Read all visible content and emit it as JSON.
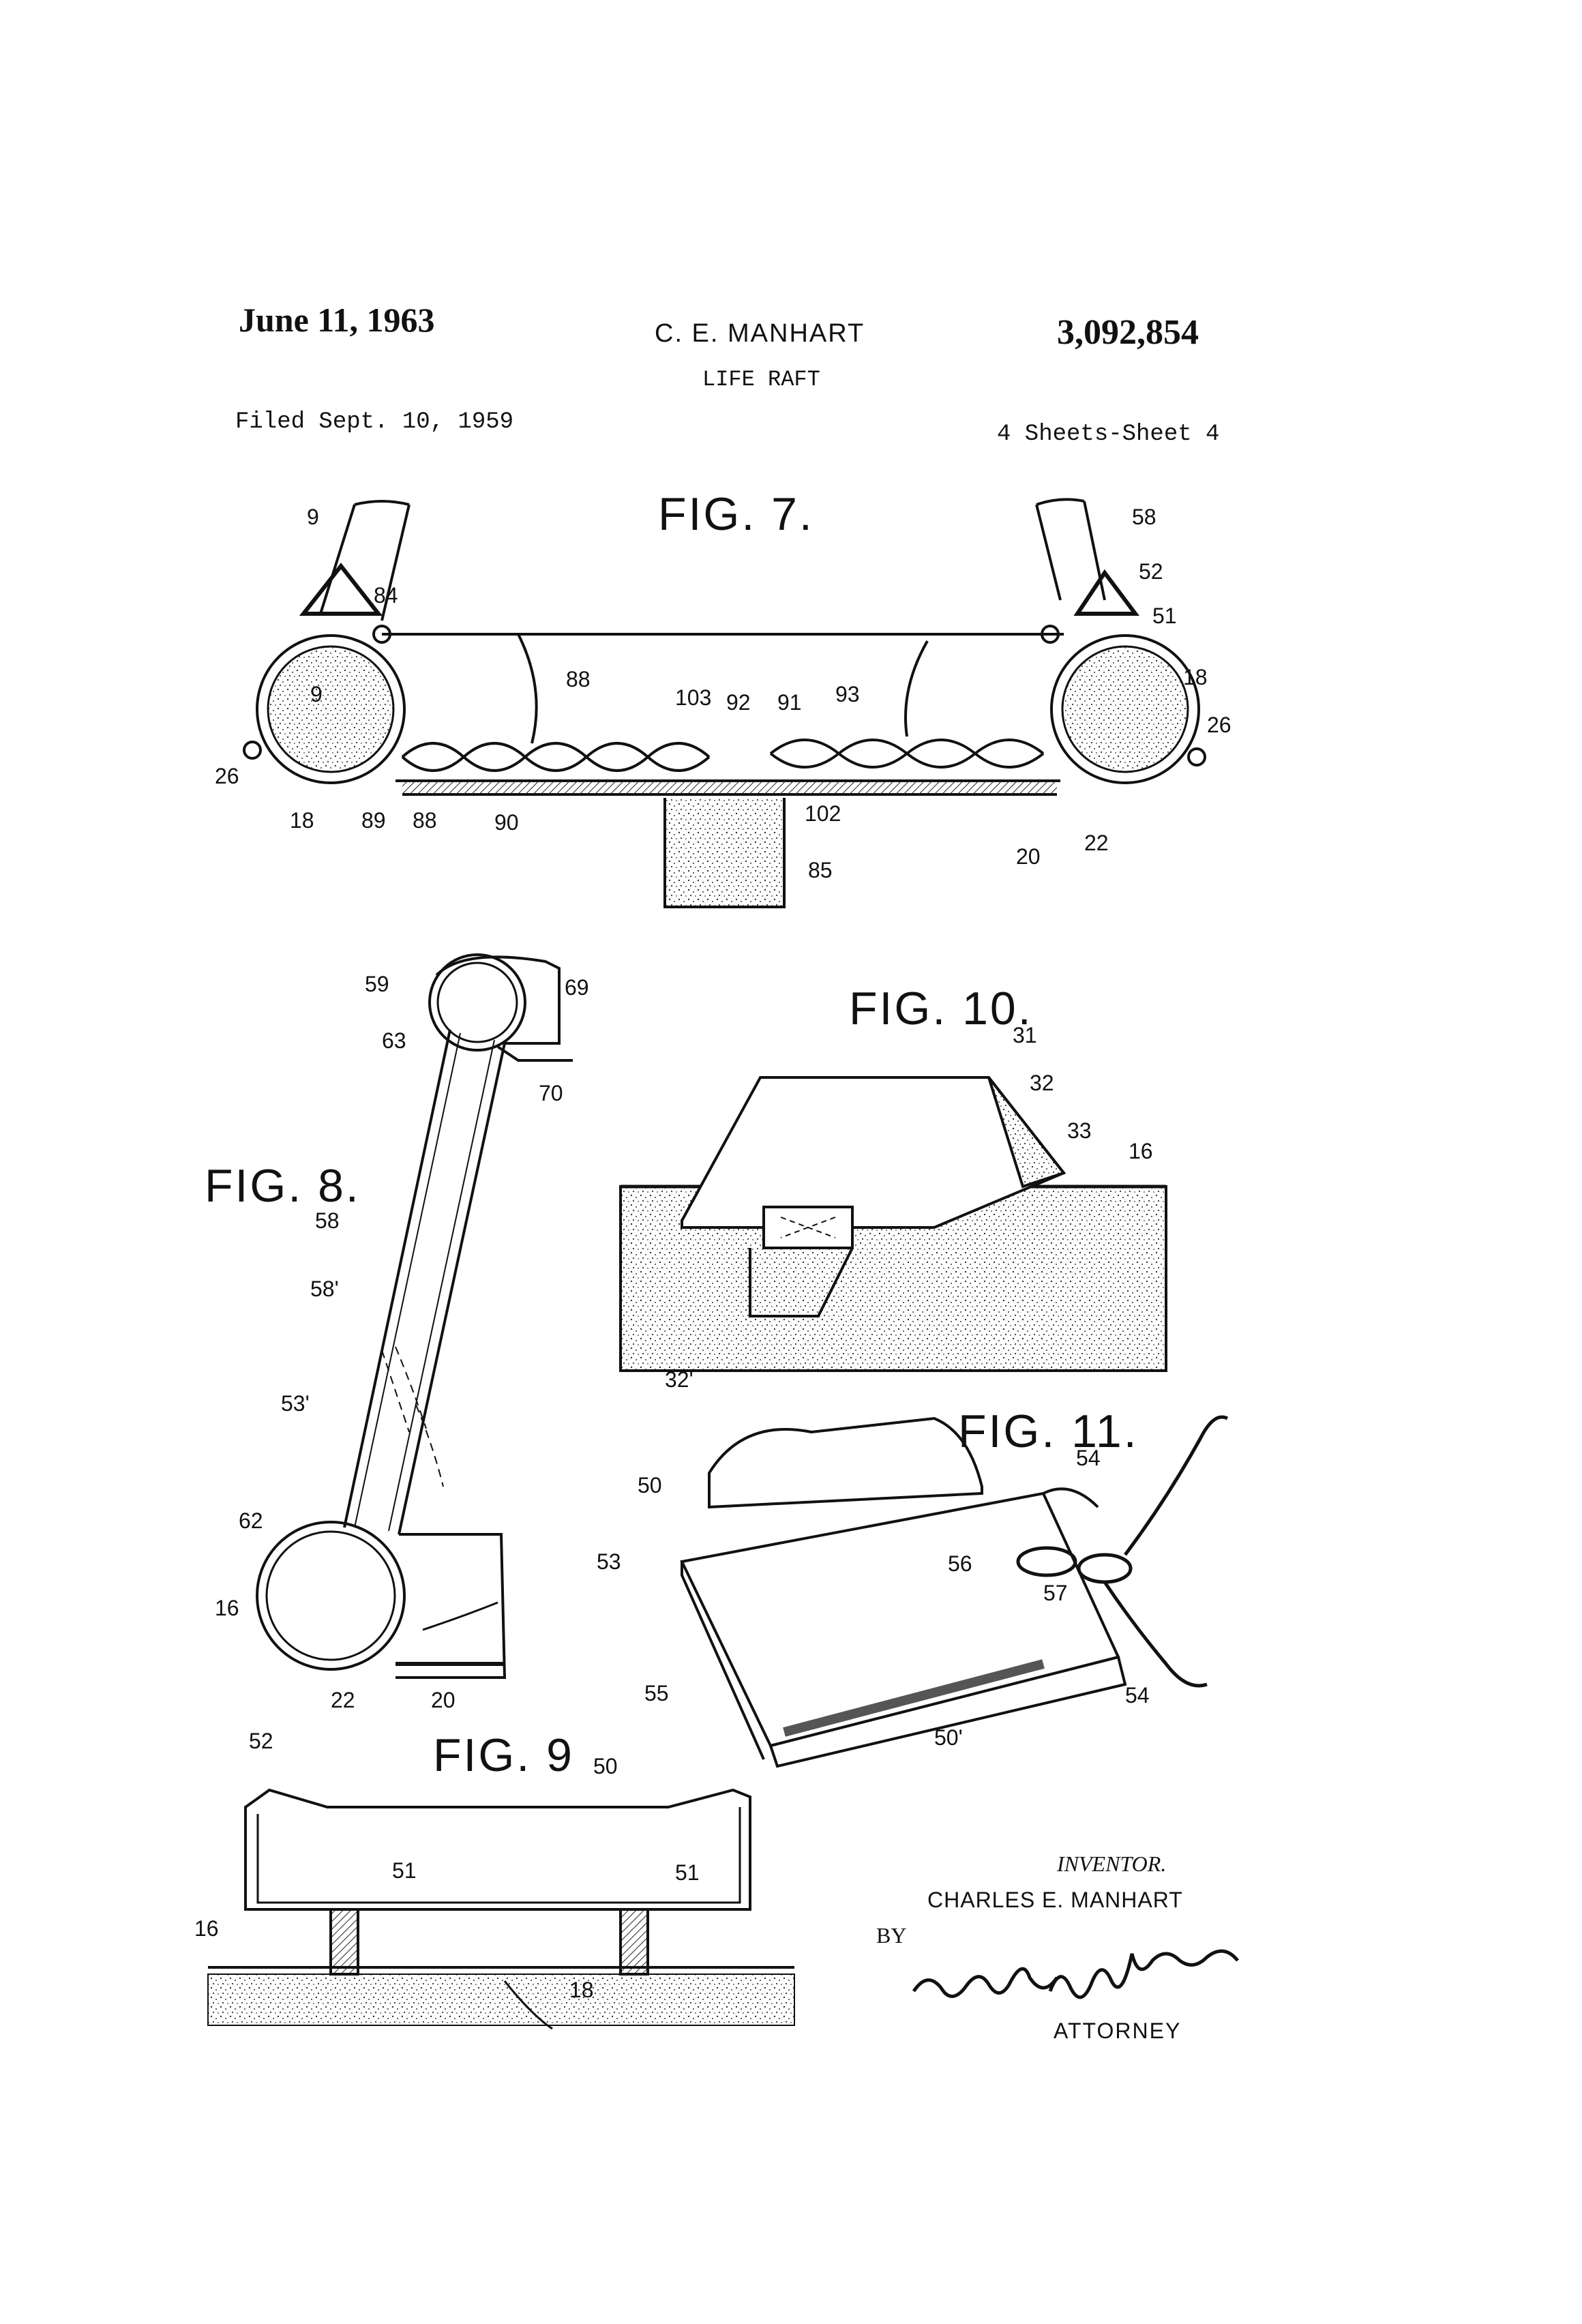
{
  "header": {
    "date": "June 11, 1963",
    "inventor_name": "C. E. MANHART",
    "patent_number": "3,092,854",
    "title": "LIFE RAFT",
    "filed": "Filed Sept. 10, 1959",
    "sheets": "4 Sheets-Sheet 4"
  },
  "figures": {
    "fig7": "FIG. 7.",
    "fig8": "FIG. 8.",
    "fig9": "FIG. 9",
    "fig10": "FIG. 10.",
    "fig11": "FIG. 11."
  },
  "fig7_refs": [
    "9",
    "84",
    "58",
    "52",
    "51",
    "18",
    "26",
    "88",
    "103",
    "92",
    "91",
    "93",
    "9",
    "26",
    "18",
    "89",
    "88",
    "90",
    "102",
    "20",
    "22",
    "85"
  ],
  "fig8_refs": [
    "59",
    "69",
    "63",
    "70",
    "58",
    "58'",
    "53'",
    "62",
    "16",
    "22",
    "20"
  ],
  "fig9_refs": [
    "52",
    "50",
    "51",
    "51",
    "16",
    "18"
  ],
  "fig10_refs": [
    "31",
    "32",
    "33",
    "16",
    "32'"
  ],
  "fig11_refs": [
    "54",
    "50",
    "53",
    "56",
    "57",
    "55",
    "54",
    "50'"
  ],
  "signature": {
    "inventor_label": "INVENTOR.",
    "inventor": "CHARLES E. MANHART",
    "by": "BY",
    "attorney_signature": "Arthur Middleton",
    "attorney_label": "ATTORNEY"
  }
}
